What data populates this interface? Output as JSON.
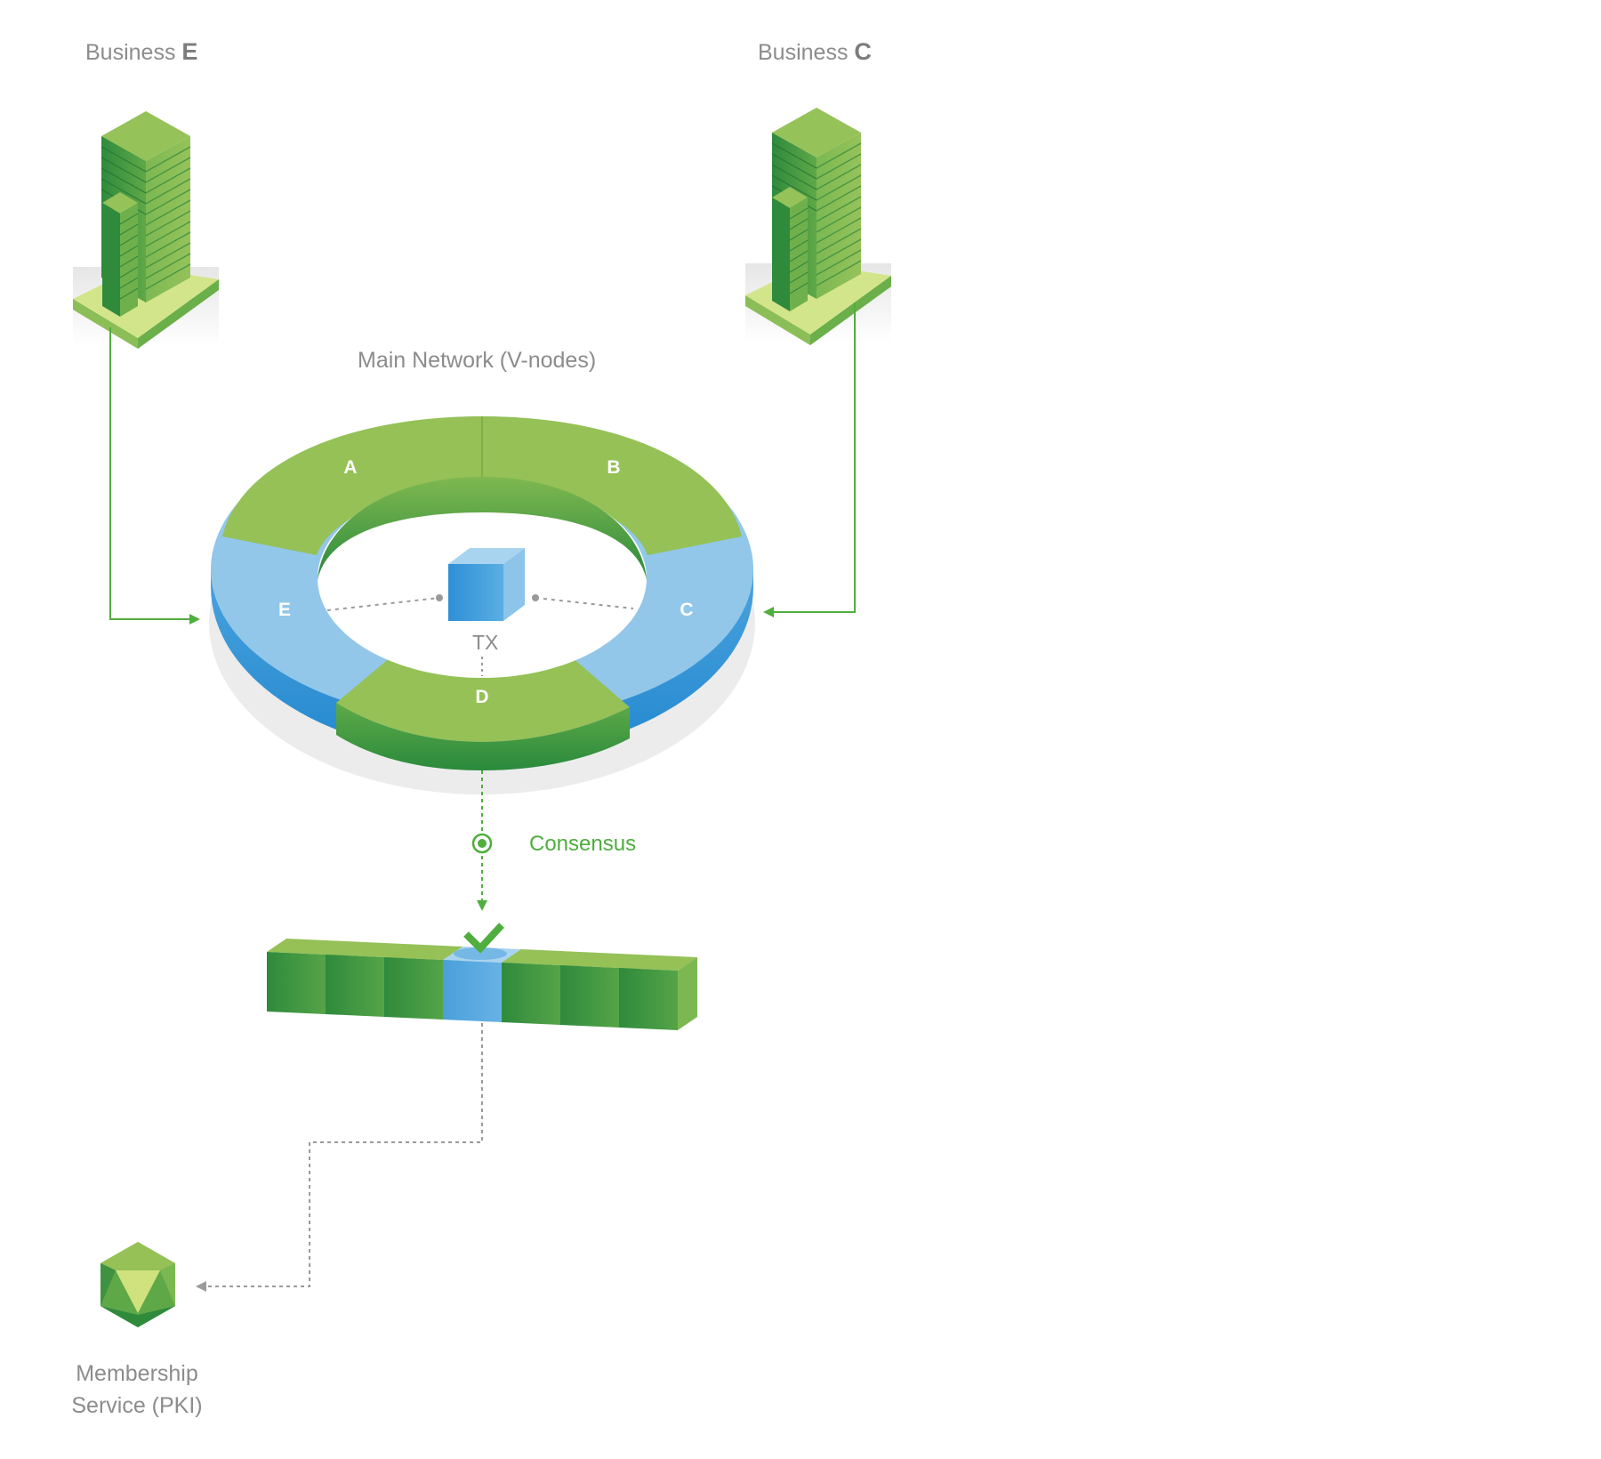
{
  "businesses": [
    {
      "prefix": "Business",
      "letter": "E"
    },
    {
      "prefix": "Business",
      "letter": "C"
    }
  ],
  "network": {
    "title": "Main Network (V-nodes)",
    "segments": [
      "A",
      "B",
      "C",
      "D",
      "E"
    ],
    "tx_label": "TX"
  },
  "consensus": {
    "label": "Consensus"
  },
  "membership": {
    "line1": "Membership",
    "line2": "Service (PKI)"
  },
  "colors": {
    "green_light": "#95c157",
    "green_dark": "#2f8a3c",
    "blue_light": "#92c7ea",
    "blue_dark": "#2a8ed4",
    "accent": "#4fae3e",
    "text": "#8c8c8c"
  }
}
